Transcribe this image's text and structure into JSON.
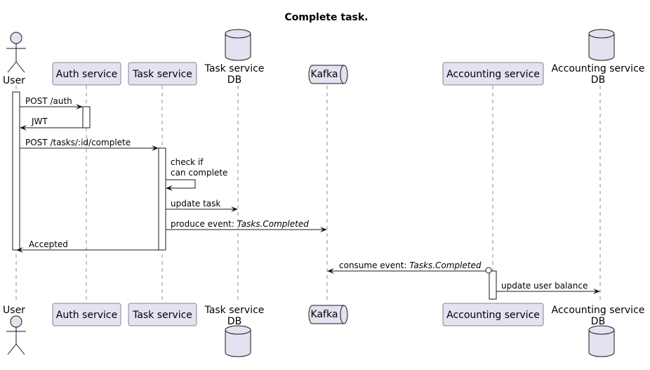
{
  "title": "Complete task.",
  "participants": {
    "user": {
      "label": "User"
    },
    "auth": {
      "label": "Auth service"
    },
    "task": {
      "label": "Task service"
    },
    "taskdb": {
      "label_line1": "Task service",
      "label_line2": "DB"
    },
    "kafka": {
      "label": "Kafka"
    },
    "accounting": {
      "label": "Accounting service"
    },
    "accdb": {
      "label_line1": "Accounting service",
      "label_line2": "DB"
    }
  },
  "messages": {
    "post_auth": "POST /auth",
    "jwt": "JWT",
    "post_complete": "POST /tasks/:id/complete",
    "check_line1": "check if",
    "check_line2": "can complete",
    "update_task": "update task",
    "produce_prefix": "produce event: ",
    "produce_event": "Tasks.Completed",
    "accepted": "Accepted",
    "consume_prefix": "consume event: ",
    "consume_event": "Tasks.Completed",
    "update_balance": "update user balance"
  }
}
